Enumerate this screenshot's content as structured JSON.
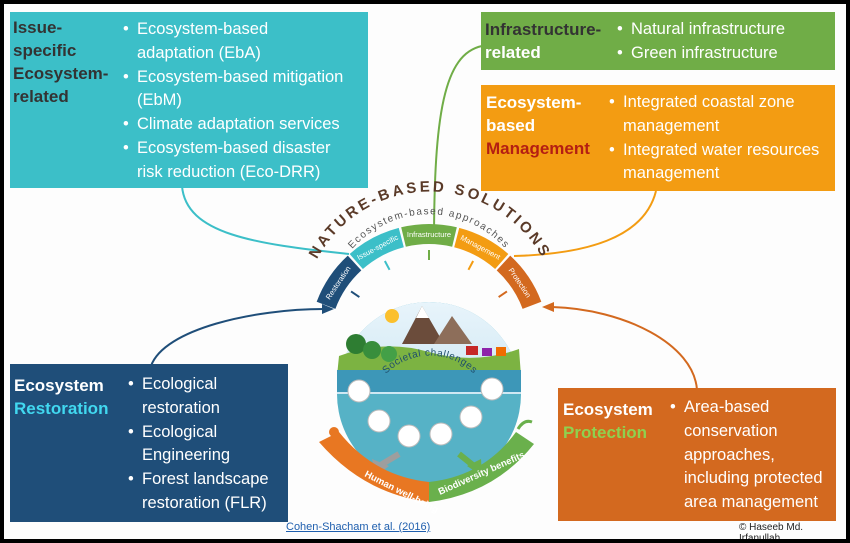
{
  "boxes": {
    "issue": {
      "head": [
        "Issue-",
        "specific",
        "Ecosystem-",
        "related"
      ],
      "items": [
        [
          "Ecosystem-based",
          "adaptation (EbA)"
        ],
        [
          "Ecosystem-based mitigation",
          "(EbM)"
        ],
        [
          "Climate adaptation services"
        ],
        [
          "Ecosystem-based disaster",
          "risk reduction (Eco-DRR)"
        ]
      ]
    },
    "infra": {
      "head": [
        "Infrastructure-",
        "related"
      ],
      "items": [
        [
          "Natural infrastructure"
        ],
        [
          "Green infrastructure"
        ]
      ]
    },
    "mgmt": {
      "head": [
        "Ecosystem-",
        "based",
        "Management"
      ],
      "items": [
        [
          "Integrated coastal zone",
          "management"
        ],
        [
          "Integrated water resources",
          "management"
        ]
      ]
    },
    "rest": {
      "head": [
        "Ecosystem",
        "Restoration"
      ],
      "items": [
        [
          "Ecological",
          "restoration"
        ],
        [
          "Ecological",
          "Engineering"
        ],
        [
          "Forest landscape",
          "restoration (FLR)"
        ]
      ]
    },
    "prot": {
      "head": [
        "Ecosystem",
        "Protection"
      ],
      "items": [
        [
          "Area-based",
          "conservation",
          "approaches,",
          "including protected",
          "area management"
        ]
      ]
    }
  },
  "circle": {
    "outer_title": "NATURE-BASED SOLUTIONS",
    "inner_title": "Ecosystem-based approaches",
    "segments": [
      "Restoration",
      "Issue-specific",
      "Infrastructure",
      "Management",
      "Protection"
    ],
    "societal": "Societal challenges",
    "benefit_left": "Human well-being",
    "benefit_right": "Biodiversity benefits"
  },
  "citation": "Cohen-Shacham et al. (2016)",
  "copyright": "© Haseeb Md. Irfanullah",
  "colors": {
    "issue": "#3cbfc8",
    "infra": "#70ad47",
    "mgmt": "#f39c12",
    "rest": "#1f4e79",
    "prot": "#d3691f"
  }
}
